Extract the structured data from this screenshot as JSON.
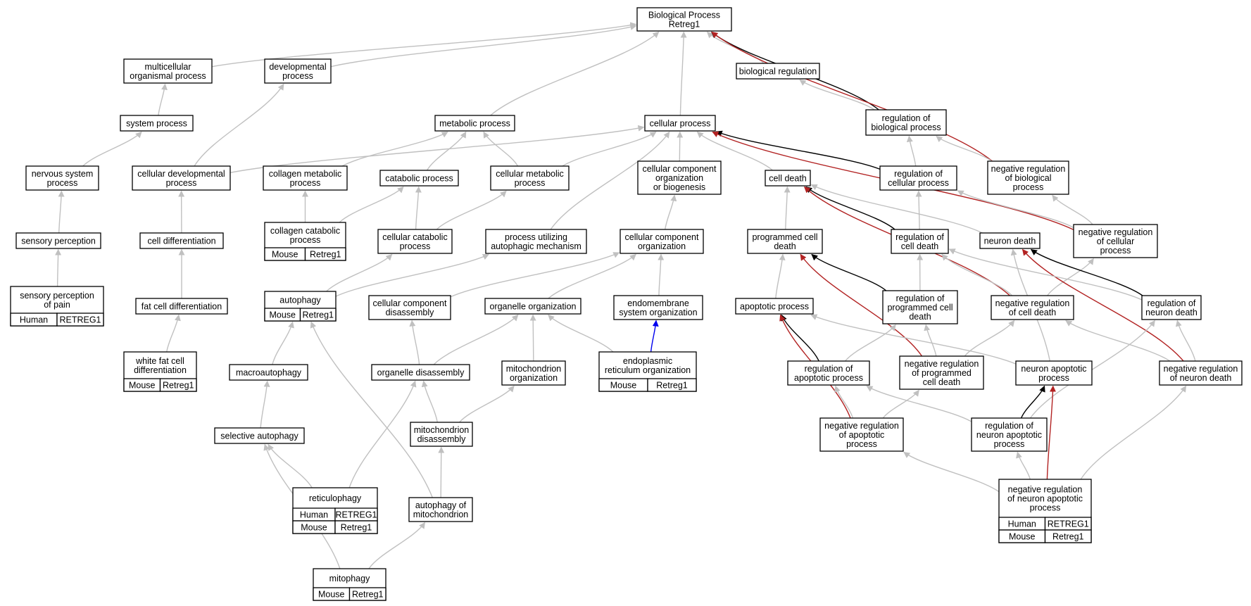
{
  "colors": {
    "edge_default": "#c0c0c0",
    "edge_black": "#000000",
    "edge_red": "#b22222",
    "edge_blue": "#0000ee",
    "human_tag": "#f4694f",
    "mouse_tag": "#add8e6"
  },
  "nodes": [
    {
      "id": "bp",
      "lines": [
        "Biological Process",
        "Retreg1"
      ]
    },
    {
      "id": "mop",
      "lines": [
        "multicellular",
        "organismal process"
      ]
    },
    {
      "id": "dev",
      "lines": [
        "developmental",
        "process"
      ]
    },
    {
      "id": "bioreg",
      "lines": [
        "biological regulation"
      ]
    },
    {
      "id": "sysp",
      "lines": [
        "system process"
      ]
    },
    {
      "id": "metp",
      "lines": [
        "metabolic process"
      ]
    },
    {
      "id": "cellp",
      "lines": [
        "cellular process"
      ]
    },
    {
      "id": "regbp",
      "lines": [
        "regulation of",
        "biological process"
      ]
    },
    {
      "id": "nsp",
      "lines": [
        "nervous system",
        "process"
      ]
    },
    {
      "id": "cdp",
      "lines": [
        "cellular developmental",
        "process"
      ]
    },
    {
      "id": "collmet",
      "lines": [
        "collagen metabolic",
        "process"
      ]
    },
    {
      "id": "catp",
      "lines": [
        "catabolic process"
      ]
    },
    {
      "id": "cmetp",
      "lines": [
        "cellular metabolic",
        "process"
      ]
    },
    {
      "id": "ccob",
      "lines": [
        "cellular component",
        "organization",
        "or biogenesis"
      ]
    },
    {
      "id": "celldeath",
      "lines": [
        "cell death"
      ]
    },
    {
      "id": "regcp",
      "lines": [
        "regulation of",
        "cellular process"
      ]
    },
    {
      "id": "negregbp",
      "lines": [
        "negative regulation",
        "of biological",
        "process"
      ]
    },
    {
      "id": "sensp",
      "lines": [
        "sensory perception"
      ]
    },
    {
      "id": "celldiff",
      "lines": [
        "cell differentiation"
      ]
    },
    {
      "id": "collcat",
      "lines": [
        "collagen catabolic",
        "process"
      ],
      "tags": [
        [
          {
            "species": "Mouse"
          },
          {
            "gene": "Retreg1"
          }
        ]
      ]
    },
    {
      "id": "ccatp",
      "lines": [
        "cellular catabolic",
        "process"
      ]
    },
    {
      "id": "puam",
      "lines": [
        "process utilizing",
        "autophagic mechanism"
      ]
    },
    {
      "id": "cco",
      "lines": [
        "cellular component",
        "organization"
      ]
    },
    {
      "id": "pcd",
      "lines": [
        "programmed cell",
        "death"
      ]
    },
    {
      "id": "regcd",
      "lines": [
        "regulation of",
        "cell death"
      ]
    },
    {
      "id": "neurondeath",
      "lines": [
        "neuron death"
      ]
    },
    {
      "id": "negregcp",
      "lines": [
        "negative regulation",
        "of cellular",
        "process"
      ]
    },
    {
      "id": "senspain",
      "lines": [
        "sensory perception",
        "of pain"
      ],
      "tags": [
        [
          {
            "species": "Human"
          },
          {
            "gene": "RETREG1"
          }
        ]
      ]
    },
    {
      "id": "fatdiff",
      "lines": [
        "fat cell differentiation"
      ]
    },
    {
      "id": "autophagy",
      "lines": [
        "autophagy"
      ],
      "tags": [
        [
          {
            "species": "Mouse"
          },
          {
            "gene": "Retreg1"
          }
        ]
      ]
    },
    {
      "id": "ccdis",
      "lines": [
        "cellular component",
        "disassembly"
      ]
    },
    {
      "id": "orgorg",
      "lines": [
        "organelle organization"
      ]
    },
    {
      "id": "endoorg",
      "lines": [
        "endomembrane",
        "system organization"
      ]
    },
    {
      "id": "apop",
      "lines": [
        "apoptotic process"
      ]
    },
    {
      "id": "regpcd",
      "lines": [
        "regulation of",
        "programmed cell",
        "death"
      ]
    },
    {
      "id": "negregcd",
      "lines": [
        "negative regulation",
        "of cell death"
      ]
    },
    {
      "id": "regnd",
      "lines": [
        "regulation of",
        "neuron death"
      ]
    },
    {
      "id": "wfat",
      "lines": [
        "white fat cell",
        "differentiation"
      ],
      "tags": [
        [
          {
            "species": "Mouse"
          },
          {
            "gene": "Retreg1"
          }
        ]
      ]
    },
    {
      "id": "macro",
      "lines": [
        "macroautophagy"
      ]
    },
    {
      "id": "orgdis",
      "lines": [
        "organelle disassembly"
      ]
    },
    {
      "id": "mitoorg",
      "lines": [
        "mitochondrion",
        "organization"
      ]
    },
    {
      "id": "erorg",
      "lines": [
        "endoplasmic",
        "reticulum organization"
      ],
      "tags": [
        [
          {
            "species": "Mouse"
          },
          {
            "gene": "Retreg1"
          }
        ]
      ]
    },
    {
      "id": "regapop",
      "lines": [
        "regulation of",
        "apoptotic process"
      ]
    },
    {
      "id": "negregpcd",
      "lines": [
        "negative regulation",
        "of programmed",
        "cell death"
      ]
    },
    {
      "id": "nap",
      "lines": [
        "neuron apoptotic",
        "process"
      ]
    },
    {
      "id": "negregnd",
      "lines": [
        "negative regulation",
        "of neuron death"
      ]
    },
    {
      "id": "selauto",
      "lines": [
        "selective autophagy"
      ]
    },
    {
      "id": "mitodis",
      "lines": [
        "mitochondrion",
        "disassembly"
      ]
    },
    {
      "id": "negregapop",
      "lines": [
        "negative regulation",
        "of apoptotic",
        "process"
      ]
    },
    {
      "id": "regnap",
      "lines": [
        "regulation of",
        "neuron apoptotic",
        "process"
      ]
    },
    {
      "id": "reticulo",
      "lines": [
        "reticulophagy"
      ],
      "tags": [
        [
          {
            "species": "Human"
          },
          {
            "gene": "RETREG1"
          }
        ],
        [
          {
            "species": "Mouse"
          },
          {
            "gene": "Retreg1"
          }
        ]
      ]
    },
    {
      "id": "automito",
      "lines": [
        "autophagy of",
        "mitochondrion"
      ]
    },
    {
      "id": "negregnap",
      "lines": [
        "negative regulation",
        "of neuron apoptotic",
        "process"
      ],
      "tags": [
        [
          {
            "species": "Human"
          },
          {
            "gene": "RETREG1"
          }
        ],
        [
          {
            "species": "Mouse"
          },
          {
            "gene": "Retreg1"
          }
        ]
      ]
    },
    {
      "id": "mitophagy",
      "lines": [
        "mitophagy"
      ],
      "tags": [
        [
          {
            "species": "Mouse"
          },
          {
            "gene": "Retreg1"
          }
        ]
      ]
    }
  ],
  "edges": [
    {
      "from": "mop",
      "to": "bp",
      "color": "default"
    },
    {
      "from": "dev",
      "to": "bp",
      "color": "default"
    },
    {
      "from": "bioreg",
      "to": "bp",
      "color": "default"
    },
    {
      "from": "metp",
      "to": "bp",
      "color": "default"
    },
    {
      "from": "cellp",
      "to": "bp",
      "color": "default"
    },
    {
      "from": "regbp",
      "to": "bp",
      "color": "black"
    },
    {
      "from": "negregbp",
      "to": "bp",
      "color": "red"
    },
    {
      "from": "sysp",
      "to": "mop",
      "color": "default"
    },
    {
      "from": "nsp",
      "to": "sysp",
      "color": "default"
    },
    {
      "from": "sensp",
      "to": "nsp",
      "color": "default"
    },
    {
      "from": "senspain",
      "to": "sensp",
      "color": "default"
    },
    {
      "from": "cdp",
      "to": "dev",
      "color": "default"
    },
    {
      "from": "cdp",
      "to": "cellp",
      "color": "default"
    },
    {
      "from": "celldiff",
      "to": "cdp",
      "color": "default"
    },
    {
      "from": "fatdiff",
      "to": "celldiff",
      "color": "default"
    },
    {
      "from": "wfat",
      "to": "fatdiff",
      "color": "default"
    },
    {
      "from": "regbp",
      "to": "bioreg",
      "color": "default"
    },
    {
      "from": "collmet",
      "to": "metp",
      "color": "default"
    },
    {
      "from": "catp",
      "to": "metp",
      "color": "default"
    },
    {
      "from": "cmetp",
      "to": "metp",
      "color": "default"
    },
    {
      "from": "cmetp",
      "to": "cellp",
      "color": "default"
    },
    {
      "from": "collcat",
      "to": "collmet",
      "color": "default"
    },
    {
      "from": "collcat",
      "to": "catp",
      "color": "default"
    },
    {
      "from": "ccatp",
      "to": "catp",
      "color": "default"
    },
    {
      "from": "ccatp",
      "to": "cmetp",
      "color": "default"
    },
    {
      "from": "puam",
      "to": "cellp",
      "color": "default"
    },
    {
      "from": "ccob",
      "to": "cellp",
      "color": "default"
    },
    {
      "from": "cco",
      "to": "ccob",
      "color": "default"
    },
    {
      "from": "celldeath",
      "to": "cellp",
      "color": "default"
    },
    {
      "from": "regcp",
      "to": "cellp",
      "color": "black"
    },
    {
      "from": "negregcp",
      "to": "cellp",
      "color": "red"
    },
    {
      "from": "regcp",
      "to": "regbp",
      "color": "default"
    },
    {
      "from": "negregbp",
      "to": "regbp",
      "color": "default"
    },
    {
      "from": "negregcp",
      "to": "regcp",
      "color": "default"
    },
    {
      "from": "negregcp",
      "to": "negregbp",
      "color": "default"
    },
    {
      "from": "pcd",
      "to": "celldeath",
      "color": "default"
    },
    {
      "from": "regcd",
      "to": "celldeath",
      "color": "black"
    },
    {
      "from": "negregcd",
      "to": "celldeath",
      "color": "red"
    },
    {
      "from": "neurondeath",
      "to": "celldeath",
      "color": "default"
    },
    {
      "from": "regcd",
      "to": "regcp",
      "color": "default"
    },
    {
      "from": "autophagy",
      "to": "ccatp",
      "color": "default"
    },
    {
      "from": "autophagy",
      "to": "puam",
      "color": "default"
    },
    {
      "from": "ccdis",
      "to": "cco",
      "color": "default"
    },
    {
      "from": "orgorg",
      "to": "cco",
      "color": "default"
    },
    {
      "from": "endoorg",
      "to": "cco",
      "color": "default"
    },
    {
      "from": "apop",
      "to": "pcd",
      "color": "default"
    },
    {
      "from": "regpcd",
      "to": "pcd",
      "color": "black"
    },
    {
      "from": "negregpcd",
      "to": "pcd",
      "color": "red"
    },
    {
      "from": "regpcd",
      "to": "regcd",
      "color": "default"
    },
    {
      "from": "negregcd",
      "to": "regcd",
      "color": "default"
    },
    {
      "from": "negregcd",
      "to": "negregcp",
      "color": "default"
    },
    {
      "from": "regnd",
      "to": "neurondeath",
      "color": "black"
    },
    {
      "from": "negregnd",
      "to": "neurondeath",
      "color": "red"
    },
    {
      "from": "nap",
      "to": "neurondeath",
      "color": "default"
    },
    {
      "from": "regnd",
      "to": "regcd",
      "color": "default"
    },
    {
      "from": "macro",
      "to": "autophagy",
      "color": "default"
    },
    {
      "from": "automito",
      "to": "autophagy",
      "color": "default"
    },
    {
      "from": "orgdis",
      "to": "ccdis",
      "color": "default"
    },
    {
      "from": "orgdis",
      "to": "orgorg",
      "color": "default"
    },
    {
      "from": "mitoorg",
      "to": "orgorg",
      "color": "default"
    },
    {
      "from": "erorg",
      "to": "orgorg",
      "color": "default"
    },
    {
      "from": "erorg",
      "to": "endoorg",
      "color": "blue"
    },
    {
      "from": "regapop",
      "to": "apop",
      "color": "black"
    },
    {
      "from": "negregapop",
      "to": "apop",
      "color": "red"
    },
    {
      "from": "nap",
      "to": "apop",
      "color": "default"
    },
    {
      "from": "regapop",
      "to": "regpcd",
      "color": "default"
    },
    {
      "from": "negregpcd",
      "to": "regpcd",
      "color": "default"
    },
    {
      "from": "negregpcd",
      "to": "negregcd",
      "color": "default"
    },
    {
      "from": "negregnd",
      "to": "regnd",
      "color": "default"
    },
    {
      "from": "negregnd",
      "to": "negregcd",
      "color": "default"
    },
    {
      "from": "regnap",
      "to": "regnd",
      "color": "default"
    },
    {
      "from": "regnap",
      "to": "nap",
      "color": "black"
    },
    {
      "from": "negregnap",
      "to": "nap",
      "color": "red"
    },
    {
      "from": "selauto",
      "to": "macro",
      "color": "default"
    },
    {
      "from": "mitodis",
      "to": "orgdis",
      "color": "default"
    },
    {
      "from": "mitodis",
      "to": "mitoorg",
      "color": "default"
    },
    {
      "from": "reticulo",
      "to": "selauto",
      "color": "default"
    },
    {
      "from": "reticulo",
      "to": "orgdis",
      "color": "default"
    },
    {
      "from": "negregapop",
      "to": "regapop",
      "color": "default"
    },
    {
      "from": "negregapop",
      "to": "negregpcd",
      "color": "default"
    },
    {
      "from": "regnap",
      "to": "regapop",
      "color": "default"
    },
    {
      "from": "automito",
      "to": "mitodis",
      "color": "default"
    },
    {
      "from": "negregnap",
      "to": "negregapop",
      "color": "default"
    },
    {
      "from": "negregnap",
      "to": "regnap",
      "color": "default"
    },
    {
      "from": "negregnap",
      "to": "negregnd",
      "color": "default"
    },
    {
      "from": "mitophagy",
      "to": "selauto",
      "color": "default"
    },
    {
      "from": "mitophagy",
      "to": "automito",
      "color": "default"
    }
  ]
}
